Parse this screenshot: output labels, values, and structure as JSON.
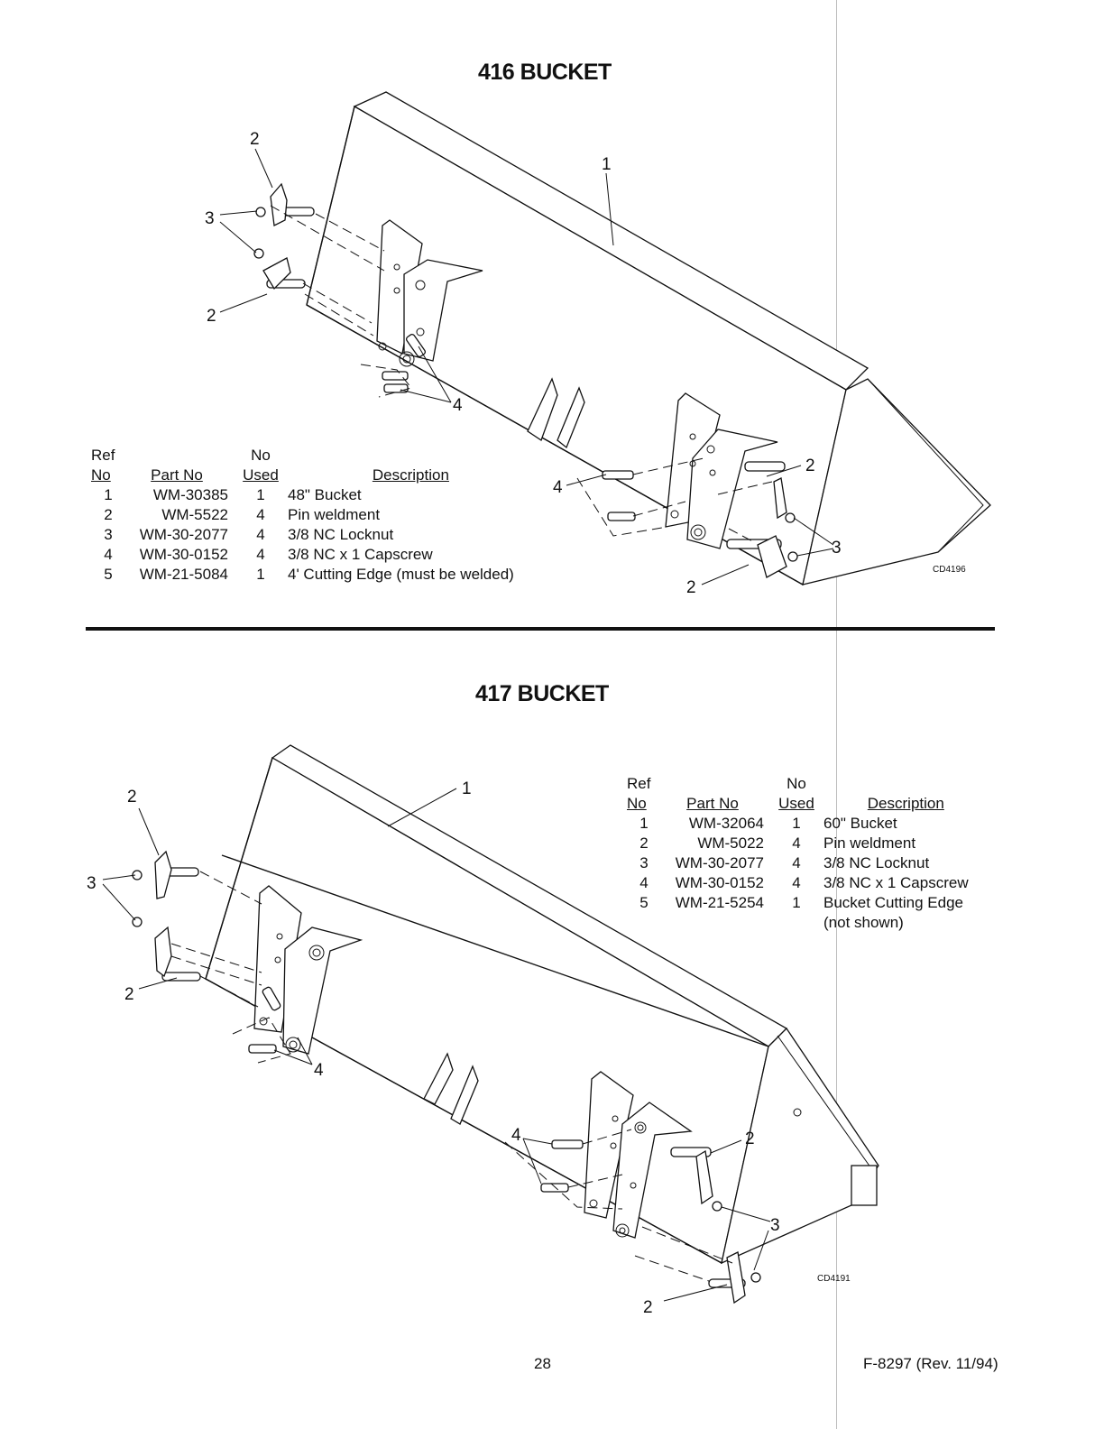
{
  "section_416": {
    "title": "416 BUCKET",
    "drawing_code": "CD4196",
    "callouts": [
      "1",
      "2",
      "2",
      "2",
      "2",
      "3",
      "3",
      "4",
      "4"
    ],
    "table": {
      "headers": {
        "ref_top": "Ref",
        "ref": "No",
        "part": "Part No",
        "used_top": "No",
        "used": "Used",
        "desc": "Description"
      },
      "rows": [
        {
          "ref": "1",
          "part": "WM-30385",
          "used": "1",
          "desc": "48\" Bucket"
        },
        {
          "ref": "2",
          "part": "WM-5522",
          "used": "4",
          "desc": "Pin weldment"
        },
        {
          "ref": "3",
          "part": "WM-30-2077",
          "used": "4",
          "desc": "3/8 NC Locknut"
        },
        {
          "ref": "4",
          "part": "WM-30-0152",
          "used": "4",
          "desc": "3/8 NC x 1 Capscrew"
        },
        {
          "ref": "5",
          "part": "WM-21-5084",
          "used": "1",
          "desc": "4' Cutting Edge (must be welded)"
        }
      ]
    }
  },
  "section_417": {
    "title": "417 BUCKET",
    "drawing_code": "CD4191",
    "callouts": [
      "1",
      "2",
      "2",
      "2",
      "2",
      "3",
      "3",
      "4",
      "4"
    ],
    "table": {
      "headers": {
        "ref_top": "Ref",
        "ref": "No",
        "part": "Part No",
        "used_top": "No",
        "used": "Used",
        "desc": "Description"
      },
      "rows": [
        {
          "ref": "1",
          "part": "WM-32064",
          "used": "1",
          "desc": "60\" Bucket"
        },
        {
          "ref": "2",
          "part": "WM-5022",
          "used": "4",
          "desc": "Pin weldment"
        },
        {
          "ref": "3",
          "part": "WM-30-2077",
          "used": "4",
          "desc": "3/8 NC Locknut"
        },
        {
          "ref": "4",
          "part": "WM-30-0152",
          "used": "4",
          "desc": "3/8 NC x 1 Capscrew"
        },
        {
          "ref": "5",
          "part": "WM-21-5254",
          "used": "1",
          "desc": "Bucket Cutting Edge"
        },
        {
          "ref": "",
          "part": "",
          "used": "",
          "desc": "(not shown)"
        }
      ]
    }
  },
  "footer": {
    "page_number": "28",
    "form_number": "F-8297 (Rev. 11/94)"
  }
}
